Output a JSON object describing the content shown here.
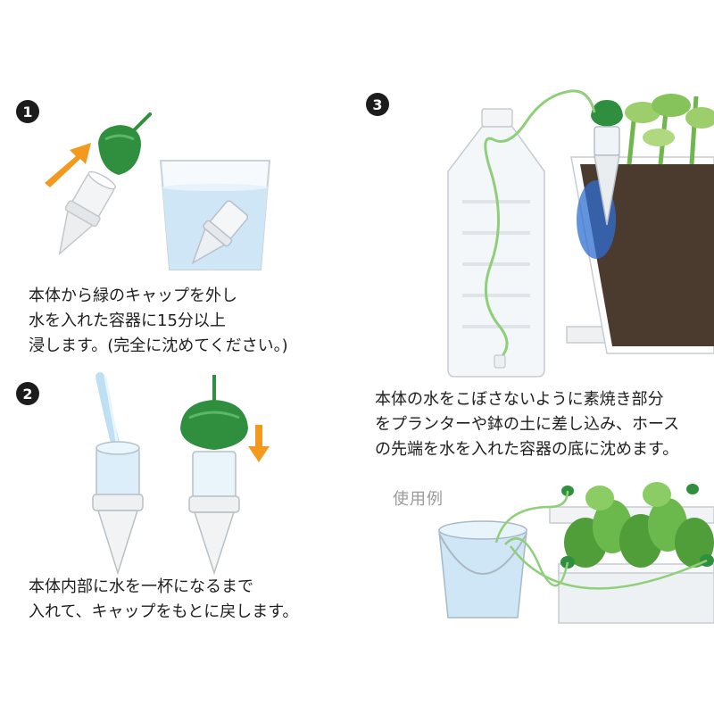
{
  "steps": [
    {
      "number": "1",
      "text": "本体から緑のキャップを外し\n水を入れた容器に15分以上\n浸します。(完全に沈めてください。)"
    },
    {
      "number": "2",
      "text": "本体内部に水を一杯になるまで\n入れて、キャップをもとに戻します。"
    },
    {
      "number": "3",
      "text": "本体の水をこぼさないように素焼き部分\nをプランターや鉢の土に差し込み、ホース\nの先端を水を入れた容器の底に沈めます。"
    }
  ],
  "example": {
    "label": "使用例"
  },
  "colors": {
    "cap_green": "#2f8f3e",
    "arrow_orange": "#f39a1e",
    "water_blue": "#c9e4f5",
    "hose_green": "#8fcf7a",
    "soil_brown": "#4b3a2e"
  }
}
